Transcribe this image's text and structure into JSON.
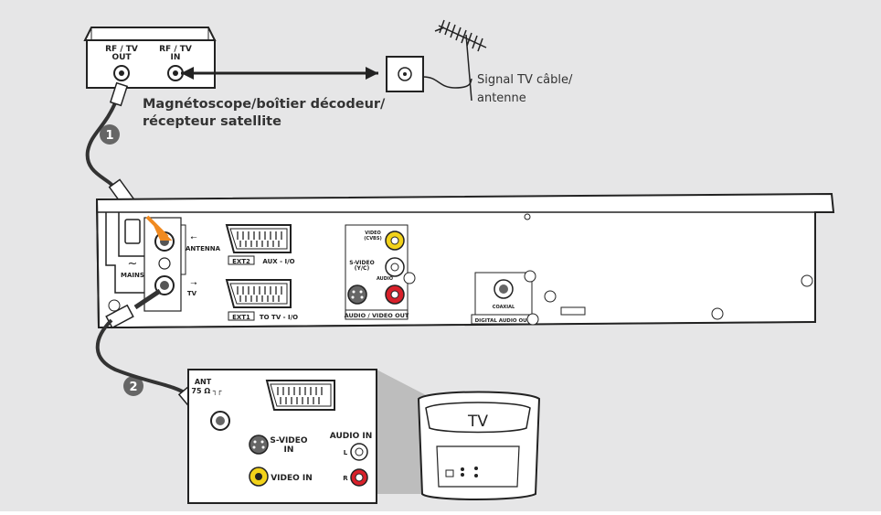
{
  "vcr_box": {
    "rf_out_label": "RF / TV\nOUT",
    "rf_in_label": "RF / TV\nIN",
    "caption": "Magnétoscope/boîtier décodeur/\nrécepteur satellite"
  },
  "antenna": {
    "caption": "Signal TV câble/\nantenne"
  },
  "steps": [
    "1",
    "2"
  ],
  "recorder_panel": {
    "antenna_label": "ANTENNA",
    "tv_label": "TV",
    "mains_label": "MAINS",
    "mains_symbol": "~",
    "ext2_label": "EXT2",
    "aux_label": "AUX - I/O",
    "ext1_label": "EXT1",
    "to_tv_label": "TO TV - I/O",
    "video_cvbs_label": "VIDEO\n(CVBS)",
    "svideo_label": "S-VIDEO\n(Y/C)",
    "audio_label": "AUDIO",
    "av_out_label": "AUDIO / VIDEO OUT",
    "coaxial_label": "COAXIAL",
    "digital_audio_out_label": "DIGITAL AUDIO OUT"
  },
  "tv_panel": {
    "ant_label": "ANT\n75 Ω ┐┌",
    "svideo_in_label": "S-VIDEO\nIN",
    "video_in_label": "VIDEO IN",
    "audio_in_label": "AUDIO IN",
    "left_label": "L",
    "right_label": "R",
    "tv_label": "TV"
  },
  "colors": {
    "background": "#e6e6e7",
    "yellow_jack": "#f2d21a",
    "red_jack": "#d8202a",
    "arrow_orange": "#f08a20",
    "cable": "#333333",
    "step_badge": "#666666"
  }
}
